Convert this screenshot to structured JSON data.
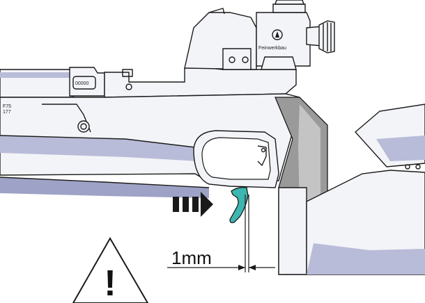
{
  "measurement": {
    "label": "1mm"
  },
  "barrel_marking": {
    "serial": "00000"
  },
  "stock_marking": {
    "line1": "F75",
    "line2": "177"
  },
  "sight": {
    "brand": "Feinwerkbau"
  },
  "warning": {
    "symbol": "!"
  },
  "colors": {
    "trigger": "#3cb6b0",
    "arrow": "#1a1a1a",
    "stock_shade": "#b9bcd8",
    "grip": "#9a9a9a"
  }
}
